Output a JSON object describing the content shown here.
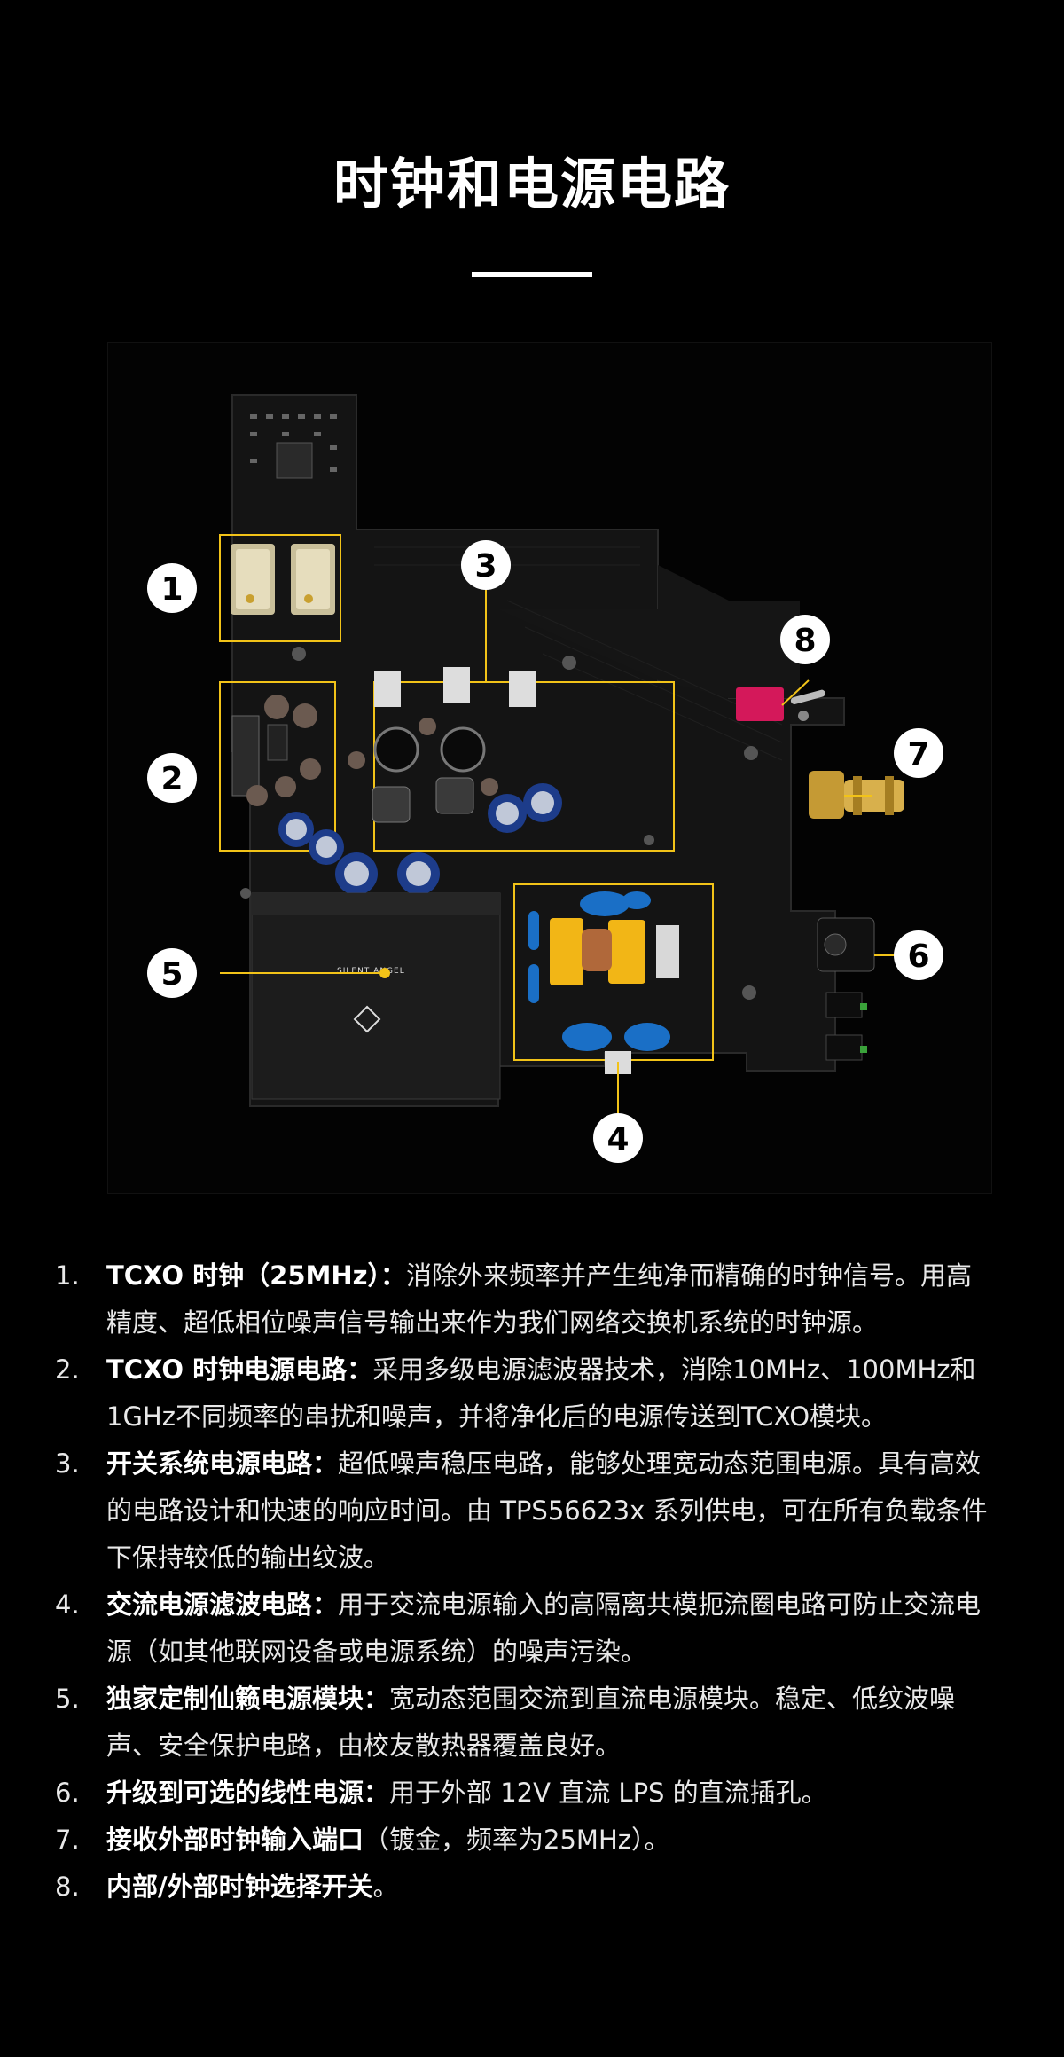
{
  "title": "时钟和电源电路",
  "callouts": [
    "1",
    "2",
    "3",
    "4",
    "5",
    "6",
    "7",
    "8"
  ],
  "board_brand": "SILENT ANGEL",
  "features": [
    {
      "num": "1.",
      "bold": "TCXO 时钟（25MHz）：",
      "text": "消除外来频率并产生纯净而精确的时钟信号。用高精度、超低相位噪声信号输出来作为我们网络交换机系统的时钟源。"
    },
    {
      "num": "2.",
      "bold": "TCXO 时钟电源电路：",
      "text": "采用多级电源滤波器技术，消除10MHz、100MHz和1GHz不同频率的串扰和噪声，并将净化后的电源传送到TCXO模块。"
    },
    {
      "num": "3.",
      "bold": "开关系统电源电路：",
      "text": "超低噪声稳压电路，能够处理宽动态范围电源。具有高效的电路设计和快速的响应时间。由 TPS56623x 系列供电，可在所有负载条件下保持较低的输出纹波。"
    },
    {
      "num": "4.",
      "bold": "交流电源滤波电路：",
      "text": "用于交流电源输入的高隔离共模扼流圈电路可防止交流电源（如其他联网设备或电源系统）的噪声污染。"
    },
    {
      "num": "5.",
      "bold": "独家定制仙籁电源模块：",
      "text": "宽动态范围交流到直流电源模块。稳定、低纹波噪声、安全保护电路，由校友散热器覆盖良好。"
    },
    {
      "num": "6.",
      "bold": "升级到可选的线性电源：",
      "text": "用于外部 12V 直流 LPS 的直流插孔。"
    },
    {
      "num": "7.",
      "bold": "接收外部时钟输入端口",
      "text": "（镀金，频率为25MHz）。"
    },
    {
      "num": "8.",
      "bold": "内部/外部时钟选择开关",
      "text": "。"
    }
  ],
  "colors": {
    "background": "#000000",
    "accent": "#f2c318",
    "pcb": "#141414"
  }
}
